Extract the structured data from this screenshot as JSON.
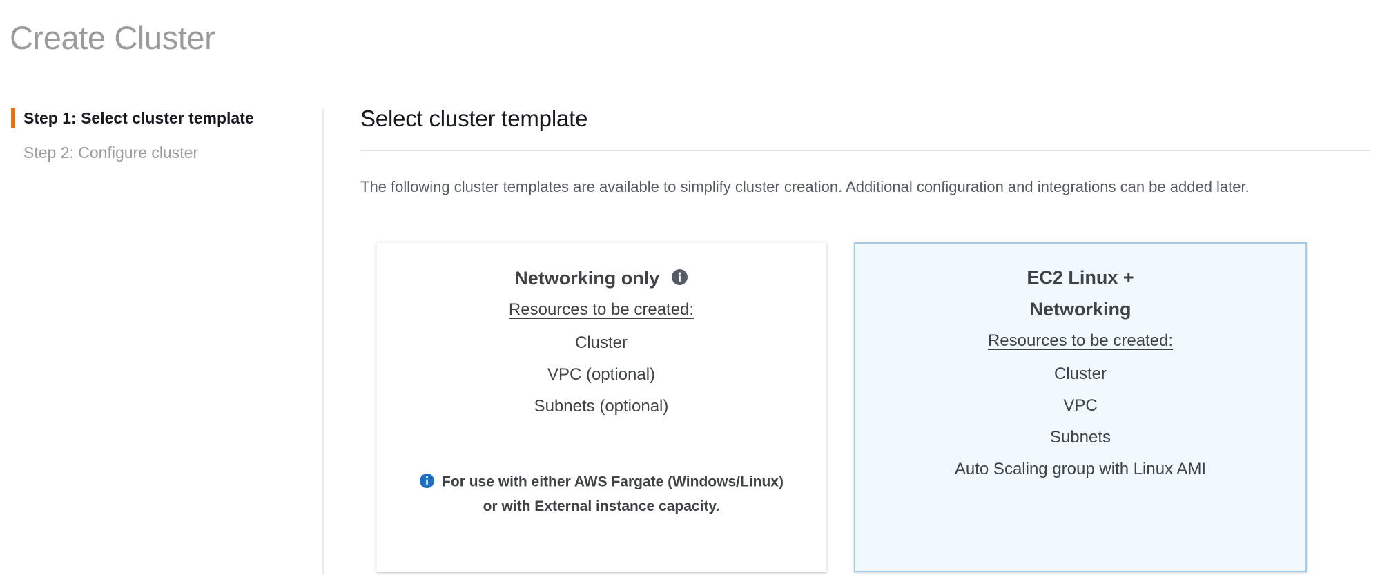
{
  "page": {
    "title": "Create Cluster"
  },
  "sidebar": {
    "steps": [
      {
        "label": "Step 1: Select cluster template",
        "active": true
      },
      {
        "label": "Step 2: Configure cluster",
        "active": false
      }
    ]
  },
  "main": {
    "section_title": "Select cluster template",
    "description": "The following cluster templates are available to simplify cluster creation. Additional configuration and integrations can be added later.",
    "cards": [
      {
        "title": "Networking only",
        "title_icon": "info-icon",
        "selected": false,
        "resources_heading": "Resources to be created:",
        "resources": [
          "Cluster",
          "VPC (optional)",
          "Subnets (optional)"
        ],
        "footer_icon": "info-icon",
        "footer_line1": "For use with either AWS Fargate (Windows/Linux)",
        "footer_line2": "or with External instance capacity."
      },
      {
        "title_line1": "EC2 Linux +",
        "title_line2": "Networking",
        "selected": true,
        "resources_heading": "Resources to be created:",
        "resources": [
          "Cluster",
          "VPC",
          "Subnets",
          "Auto Scaling group with Linux AMI"
        ]
      }
    ]
  },
  "colors": {
    "active_step_marker": "#EC7211",
    "selected_card_border": "#9ECBED",
    "selected_card_background": "#F1F8FE",
    "info_icon_dark": "#545B64",
    "info_icon_blue": "#1E6FC4",
    "page_title": "#9B9B9B",
    "body_text": "#3F4347",
    "muted_text": "#545B64"
  }
}
